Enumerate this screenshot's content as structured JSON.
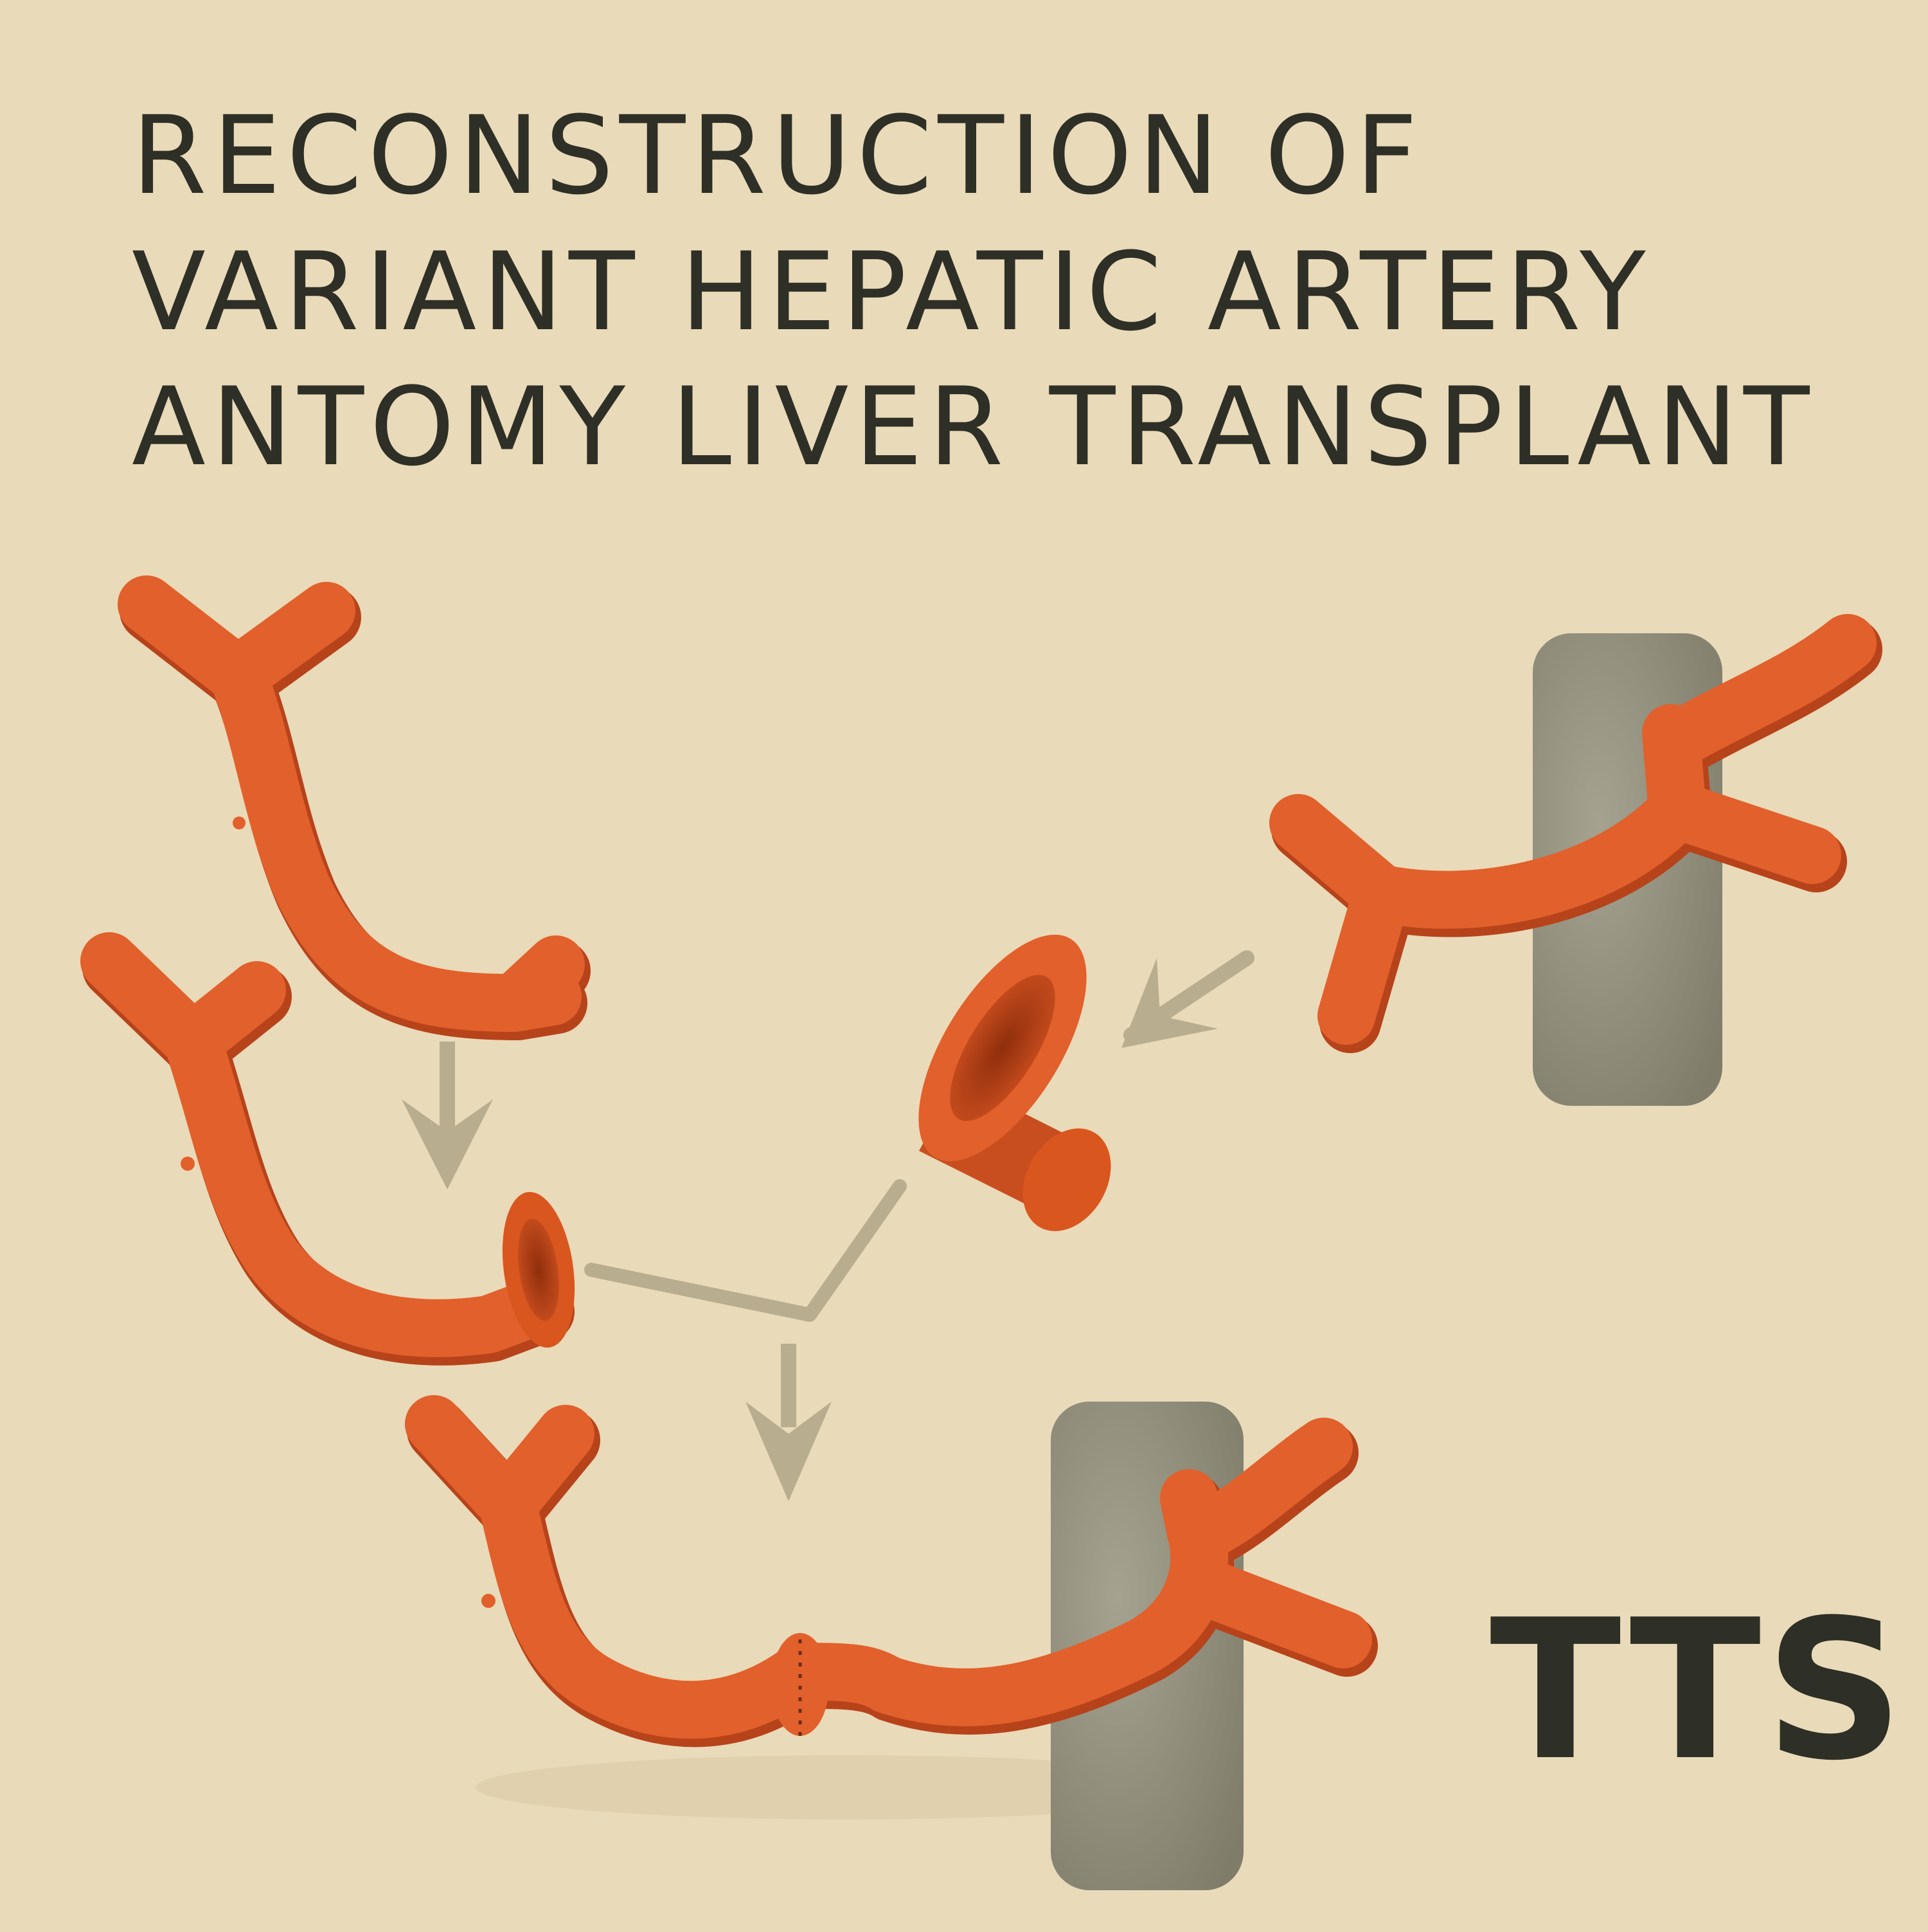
{
  "title": {
    "line1": "RECONSTRUCTION OF",
    "line2": "VARIANT HEPATIC ARTERY",
    "line3": "ANTOMY LIVER TRANSPLANT"
  },
  "logo": "TTS",
  "colors": {
    "background": "#e9dab9",
    "text": "#2e2f26",
    "artery": "#e2602b",
    "artery_shadow": "#b7431b",
    "artery_inner": "#a9380f",
    "aorta": "#8e8b78",
    "arrow": "#b9ad8f"
  },
  "diagram": {
    "parts": [
      "donor-artery-y-branch",
      "donor-artery-with-cuff",
      "aortic-patch-cuff",
      "recipient-artery-with-aorta",
      "reconstructed-artery-with-aorta"
    ],
    "arrows": [
      "down-arrow-left",
      "diagonal-arrow-right",
      "merge-connector",
      "down-arrow-center"
    ]
  }
}
